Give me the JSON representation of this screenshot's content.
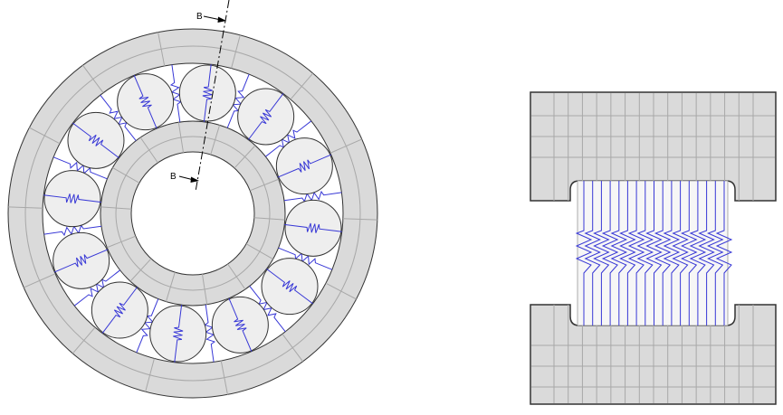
{
  "section_labels": {
    "upper": "B",
    "lower": "B"
  },
  "colors": {
    "ring_fill": "#dadada",
    "ring_stroke": "#333333",
    "mesh_line": "#a8a8a8",
    "ball_fill": "#eeeeee",
    "spring": "#3838d6",
    "background": "#ffffff",
    "section_line": "#000000"
  },
  "model": {
    "ball_count": 12,
    "outer_ring_segments": 14,
    "inner_ring_segments": 14,
    "cross_section_columns": 15
  }
}
